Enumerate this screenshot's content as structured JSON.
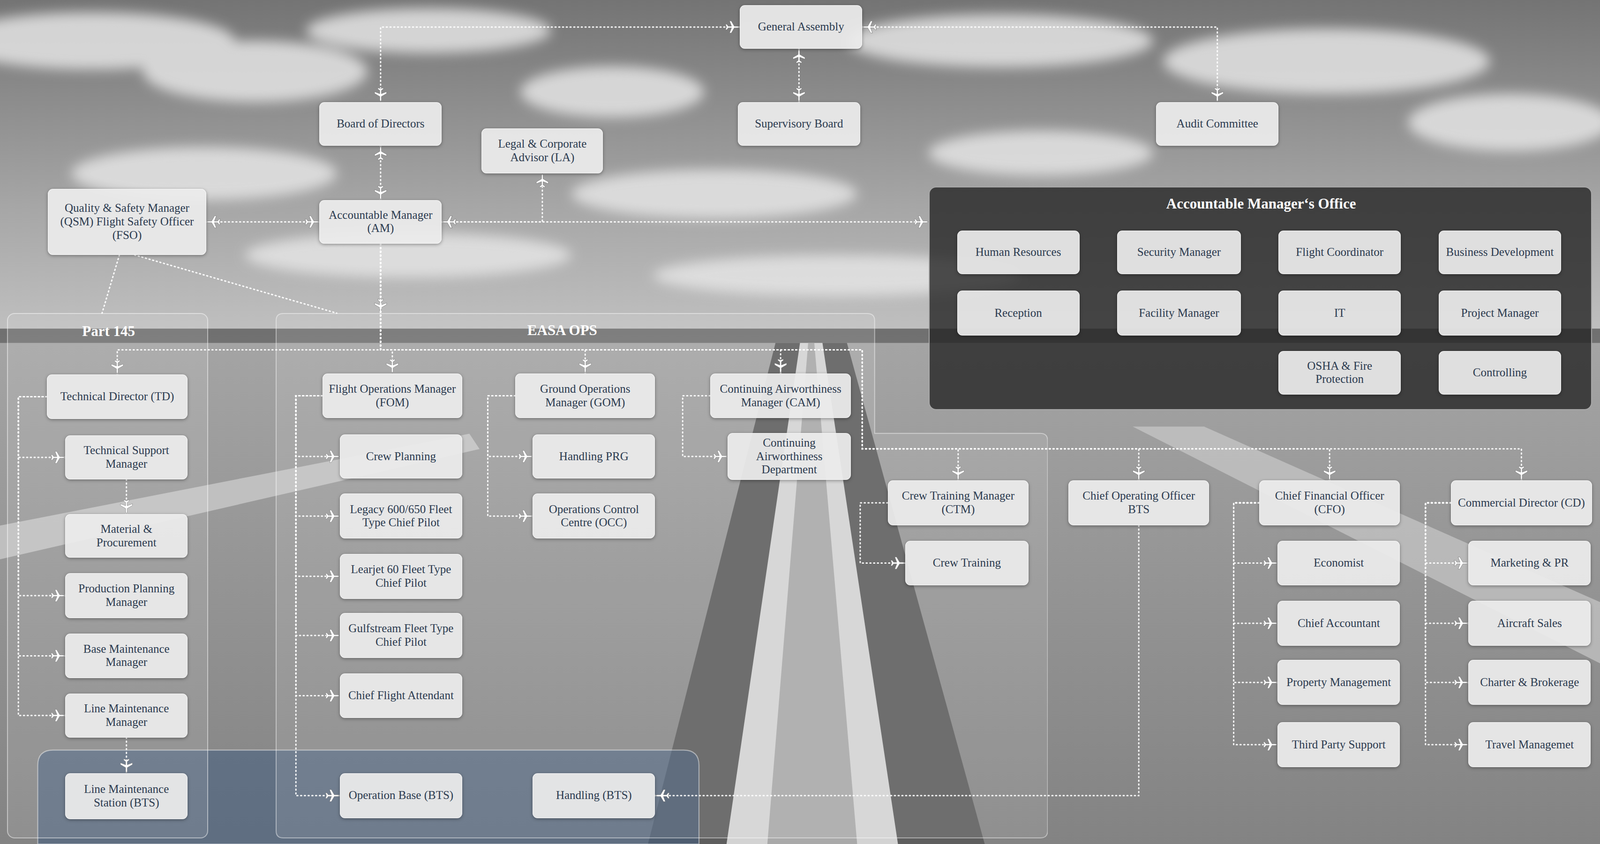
{
  "diagram": {
    "nodes": [
      {
        "text": [
          "General Assembly"
        ]
      },
      {
        "text": [
          "Board of Directors"
        ]
      },
      {
        "text": [
          "Supervisory Board"
        ]
      },
      {
        "text": [
          "Audit Committee"
        ]
      },
      {
        "text": [
          "Legal & Corporate Advisor (LA)"
        ]
      },
      {
        "text": [
          "Quality & Safety Manager (QSM) Flight Safety Officer (FSO)"
        ]
      },
      {
        "text": [
          "Accountable Manager (AM)"
        ]
      },
      {
        "text": [
          "Accountable Manager‘s Office"
        ]
      },
      {
        "text": [
          "Human Resources"
        ],
        "in": 7
      },
      {
        "text": [
          "Security Manager"
        ],
        "in": 7
      },
      {
        "text": [
          "Flight Coordinator"
        ],
        "in": 7
      },
      {
        "text": [
          "Business Development"
        ],
        "in": 7
      },
      {
        "text": [
          "Reception"
        ],
        "in": 7
      },
      {
        "text": [
          "Facility Manager"
        ],
        "in": 7
      },
      {
        "text": [
          "IT"
        ],
        "in": 7
      },
      {
        "text": [
          "Project Manager"
        ],
        "in": 7
      },
      {
        "text": [
          "OSHA & Fire Protection"
        ],
        "in": 7
      },
      {
        "text": [
          "Controlling"
        ],
        "in": 7
      },
      {
        "text": [
          "Part 145"
        ]
      },
      {
        "text": [
          "Technical Director (TD)"
        ],
        "in": 18
      },
      {
        "text": [
          "Technical Support Manager"
        ],
        "in": 18
      },
      {
        "text": [
          "Material & Procurement"
        ],
        "in": 18
      },
      {
        "text": [
          "Production Planning Manager"
        ],
        "in": 18
      },
      {
        "text": [
          "Base Maintenance Manager"
        ],
        "in": 18
      },
      {
        "text": [
          "Line Maintenance Manager"
        ],
        "in": 18
      },
      {
        "text": [
          "Line Maintenance Station (BTS)"
        ],
        "in": 18
      },
      {
        "text": [
          "EASA OPS"
        ]
      },
      {
        "text": [
          "Flight Operations Manager (FOM)"
        ],
        "in": 26
      },
      {
        "text": [
          "Crew Planning"
        ],
        "in": 26
      },
      {
        "text": [
          "Legacy 600/650 Fleet Type Chief Pilot"
        ],
        "in": 26
      },
      {
        "text": [
          "Learjet 60 Fleet Type Chief Pilot"
        ],
        "in": 26
      },
      {
        "text": [
          "Gulfstream Fleet Type Chief Pilot"
        ],
        "in": 26
      },
      {
        "text": [
          "Chief Flight Attendant"
        ],
        "in": 26
      },
      {
        "text": [
          "Operation Base (BTS)"
        ],
        "in": 26
      },
      {
        "text": [
          "Ground Operations Manager (GOM)"
        ],
        "in": 26
      },
      {
        "text": [
          "Handling PRG"
        ],
        "in": 26
      },
      {
        "text": [
          "Operations Control Centre (OCC)"
        ],
        "in": 26
      },
      {
        "text": [
          "Handling (BTS)"
        ],
        "in": 26
      },
      {
        "text": [
          "Continuing Airworthiness Manager (CAM)"
        ],
        "in": 26
      },
      {
        "text": [
          "Continuing Airworthiness Department"
        ],
        "in": 26
      },
      {
        "text": [
          "Crew Training Manager (CTM)"
        ],
        "in": 26
      },
      {
        "text": [
          "Crew Training"
        ],
        "in": 26
      },
      {
        "text": [
          "Chief Operating Officer BTS"
        ]
      },
      {
        "text": [
          "Chief Financial Officer (CFO)"
        ]
      },
      {
        "text": [
          "Economist"
        ]
      },
      {
        "text": [
          "Chief Accountant"
        ]
      },
      {
        "text": [
          "Property Management"
        ]
      },
      {
        "text": [
          "Third Party Support"
        ]
      },
      {
        "text": [
          "Commercial Director (CD)"
        ]
      },
      {
        "text": [
          "Marketing & PR"
        ]
      },
      {
        "text": [
          "Aircraft Sales"
        ]
      },
      {
        "text": [
          "Charter & Brokerage"
        ]
      },
      {
        "text": [
          "Travel Managemet"
        ]
      }
    ],
    "edges": [
      {
        "from": 0,
        "to": 1,
        "arrow": "both"
      },
      {
        "from": 0,
        "to": 2,
        "arrow": "both"
      },
      {
        "from": 0,
        "to": 3,
        "arrow": "both"
      },
      {
        "from": 1,
        "to": 6,
        "arrow": "both"
      },
      {
        "from": 6,
        "to": 5,
        "arrow": "both"
      },
      {
        "from": 6,
        "to": 4,
        "arrow": "both"
      },
      {
        "from": 6,
        "to": 7,
        "arrow": "both"
      },
      {
        "from": 5,
        "to": 18,
        "arrow": "none"
      },
      {
        "from": 5,
        "to": 26,
        "arrow": "none"
      },
      {
        "from": 6,
        "to": 26,
        "arrow": "to"
      },
      {
        "from": 6,
        "to": 19,
        "arrow": "to"
      },
      {
        "from": 6,
        "to": 27,
        "arrow": "to"
      },
      {
        "from": 6,
        "to": 34,
        "arrow": "to"
      },
      {
        "from": 6,
        "to": 38,
        "arrow": "to"
      },
      {
        "from": 6,
        "to": 40,
        "arrow": "to"
      },
      {
        "from": 6,
        "to": 42,
        "arrow": "to"
      },
      {
        "from": 6,
        "to": 43,
        "arrow": "to"
      },
      {
        "from": 6,
        "to": 48,
        "arrow": "to"
      },
      {
        "from": 19,
        "to": 20,
        "arrow": "to"
      },
      {
        "from": 19,
        "to": 22,
        "arrow": "to"
      },
      {
        "from": 19,
        "to": 23,
        "arrow": "to"
      },
      {
        "from": 19,
        "to": 24,
        "arrow": "to"
      },
      {
        "from": 20,
        "to": 21,
        "arrow": "to"
      },
      {
        "from": 24,
        "to": 25,
        "arrow": "to"
      },
      {
        "from": 27,
        "to": 28,
        "arrow": "to"
      },
      {
        "from": 27,
        "to": 29,
        "arrow": "to"
      },
      {
        "from": 27,
        "to": 30,
        "arrow": "to"
      },
      {
        "from": 27,
        "to": 31,
        "arrow": "to"
      },
      {
        "from": 27,
        "to": 32,
        "arrow": "to"
      },
      {
        "from": 27,
        "to": 33,
        "arrow": "to"
      },
      {
        "from": 34,
        "to": 35,
        "arrow": "to"
      },
      {
        "from": 34,
        "to": 36,
        "arrow": "to"
      },
      {
        "from": 42,
        "to": 37,
        "arrow": "to"
      },
      {
        "from": 38,
        "to": 39,
        "arrow": "to"
      },
      {
        "from": 40,
        "to": 41,
        "arrow": "to"
      },
      {
        "from": 43,
        "to": 44,
        "arrow": "to"
      },
      {
        "from": 43,
        "to": 45,
        "arrow": "to"
      },
      {
        "from": 43,
        "to": 46,
        "arrow": "to"
      },
      {
        "from": 43,
        "to": 47,
        "arrow": "to"
      },
      {
        "from": 48,
        "to": 49,
        "arrow": "to"
      },
      {
        "from": 48,
        "to": 50,
        "arrow": "to"
      },
      {
        "from": 48,
        "to": 51,
        "arrow": "to"
      },
      {
        "from": 48,
        "to": 52,
        "arrow": "to"
      }
    ]
  }
}
